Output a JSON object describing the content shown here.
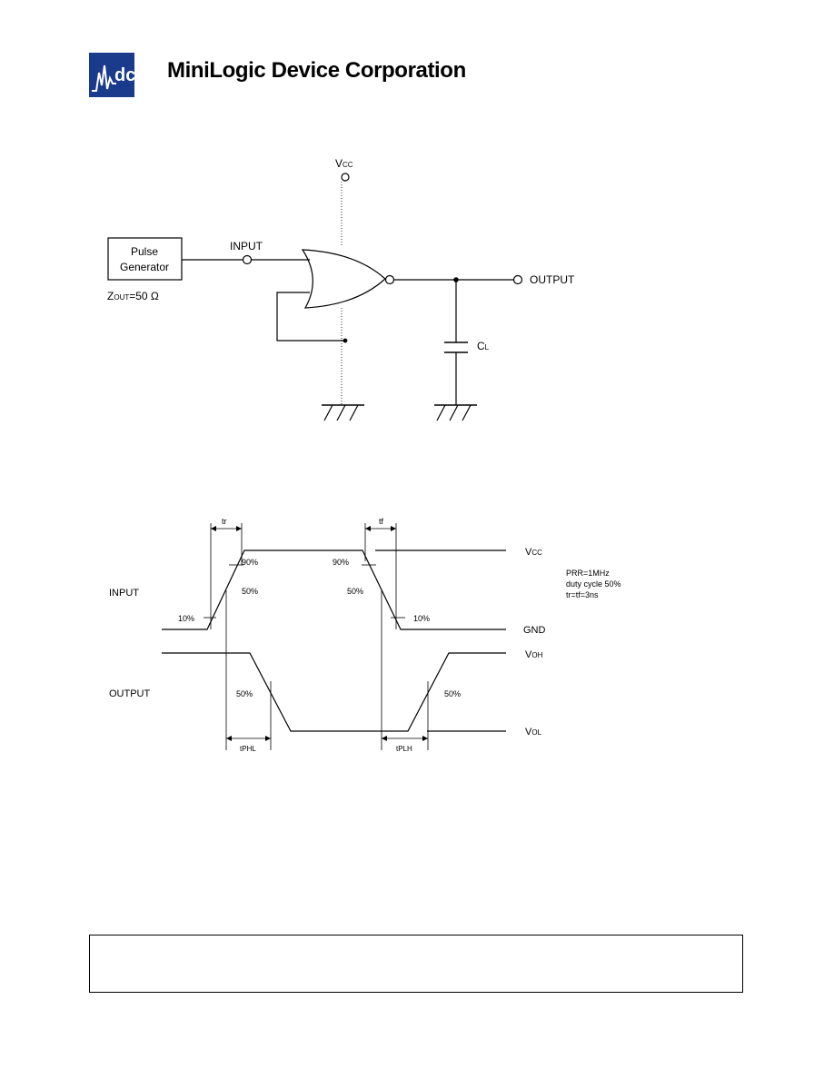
{
  "header": {
    "logo_text": "dc",
    "company_name": "MiniLogic Device Corporation",
    "brand_color": "#1a3a8c"
  },
  "circuit": {
    "vcc_main": "V",
    "vcc_sub": "CC",
    "pulse_gen_line1": "Pulse",
    "pulse_gen_line2": "Generator",
    "zout_main": "Z",
    "zout_sub": "OUT",
    "zout_value": "=50 Ω",
    "input_label": "INPUT",
    "output_label": "OUTPUT",
    "cl_main": "C",
    "cl_sub": "L"
  },
  "timing": {
    "tr_label": "tr",
    "tf_label": "tf",
    "input_label": "INPUT",
    "output_label": "OUTPUT",
    "pct_90_left": "90%",
    "pct_90_right": "90%",
    "pct_50_in_left": "50%",
    "pct_50_in_right": "50%",
    "pct_10_left": "10%",
    "pct_10_right": "10%",
    "pct_50_out_left": "50%",
    "pct_50_out_right": "50%",
    "vcc_main": "V",
    "vcc_sub": "CC",
    "gnd_label": "GND",
    "voh_main": "V",
    "voh_sub": "OH",
    "vol_main": "V",
    "vol_sub": "OL",
    "tphl_main": "t",
    "tphl_sub": "PHL",
    "tplh_main": "t",
    "tplh_sub": "PLH",
    "note_line1": "PRR=1MHz",
    "note_line2": "duty cycle 50%",
    "note_line3": "tr=tf=3ns"
  },
  "footer": {
    "text": ""
  }
}
